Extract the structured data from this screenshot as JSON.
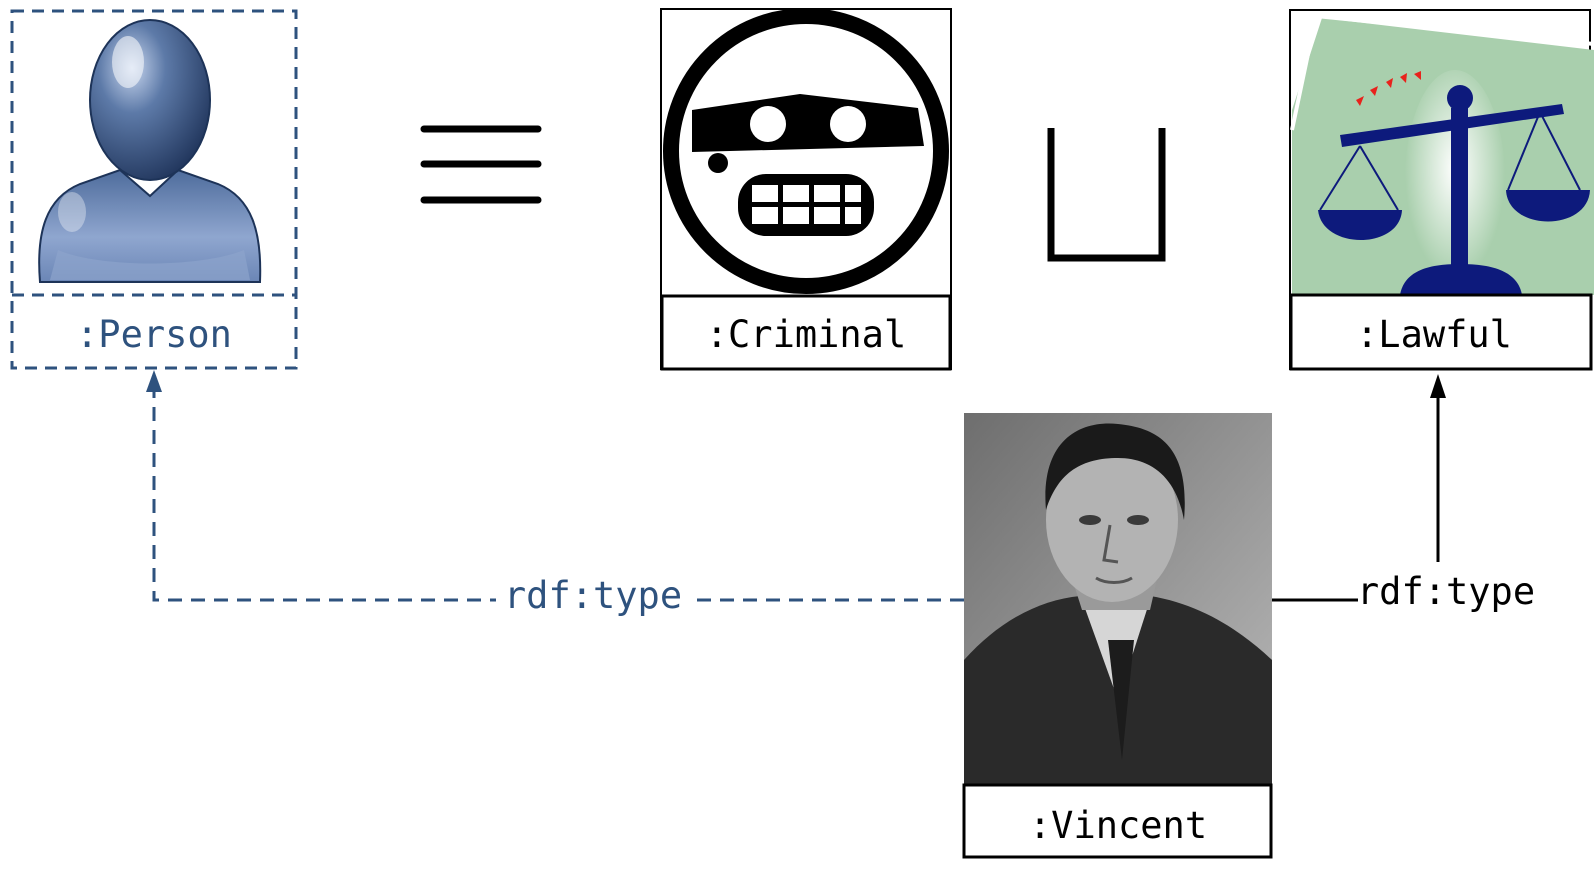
{
  "colors": {
    "person_blue": "#2e527e",
    "black": "#000000",
    "lawful_green": "#a9cfad",
    "scale_navy": "#0d1a7c",
    "tick_red": "#e8221c"
  },
  "nodes": {
    "person": {
      "label": ":Person",
      "icon": "person-silhouette-icon"
    },
    "criminal": {
      "label": ":Criminal",
      "icon": "masked-robber-face-icon"
    },
    "lawful": {
      "label": ":Lawful",
      "icon": "scales-of-justice-icon"
    },
    "vincent": {
      "label": ":Vincent",
      "icon": "man-portrait-photo"
    }
  },
  "operators": {
    "equivalent": "≡",
    "union": "⊔"
  },
  "edges": {
    "vincent_to_person": {
      "label": "rdf:type",
      "style": "dashed"
    },
    "vincent_to_lawful": {
      "label": "rdf:type",
      "style": "solid"
    }
  }
}
